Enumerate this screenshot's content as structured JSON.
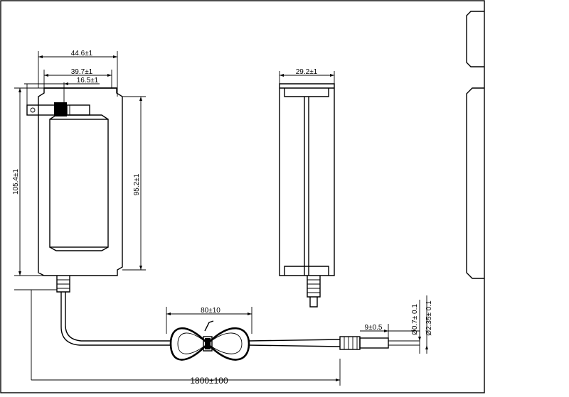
{
  "dimensions": {
    "width_overall": "44.6±1",
    "width_inner": "39.7±1",
    "plug_offset": "16.5±1",
    "height_overall": "105.4±1",
    "height_body": "95.2±1",
    "depth": "29.2±1",
    "coil_length": "80±10",
    "cable_length": "1800±100",
    "barrel_length": "9±0.5",
    "pin_diameter": "Ø0.7± 0.1",
    "barrel_diameter": "Ø2.35± 0.1"
  },
  "colors": {
    "line": "#000000",
    "background": "#ffffff"
  }
}
